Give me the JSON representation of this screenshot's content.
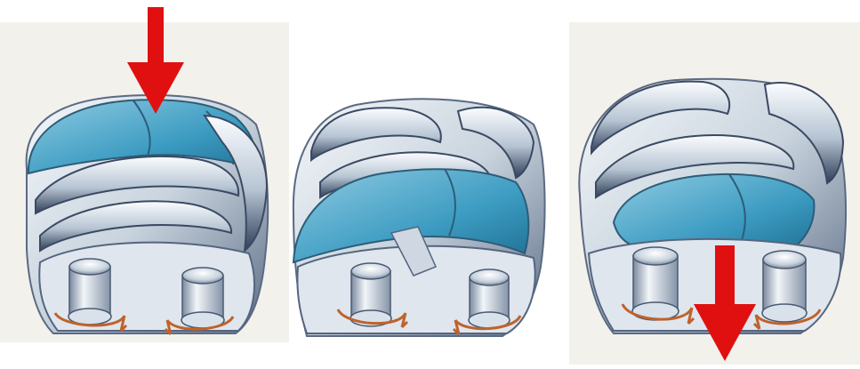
{
  "diagram": {
    "panels": [
      {
        "id": "intake",
        "arrow_direction": "down-into-rotors",
        "highlight": "top-lobes"
      },
      {
        "id": "compression",
        "arrow_direction": "none",
        "highlight": "middle-band"
      },
      {
        "id": "discharge",
        "arrow_direction": "down-out-of-rotors",
        "highlight": "lower-pocket"
      }
    ],
    "colors": {
      "fluid_blue": "#3d9cc2",
      "fluid_blue_light": "#7fc4de",
      "metal_light": "#e8eef3",
      "metal_mid": "#b9c6d2",
      "metal_dark": "#3b4a63",
      "arrow_red": "#e01010",
      "rotation_arrow": "#c0622a",
      "background_tint": "#f1efe9"
    },
    "icons": [
      "flow-arrow-icon",
      "rotation-arrow-icon"
    ]
  }
}
